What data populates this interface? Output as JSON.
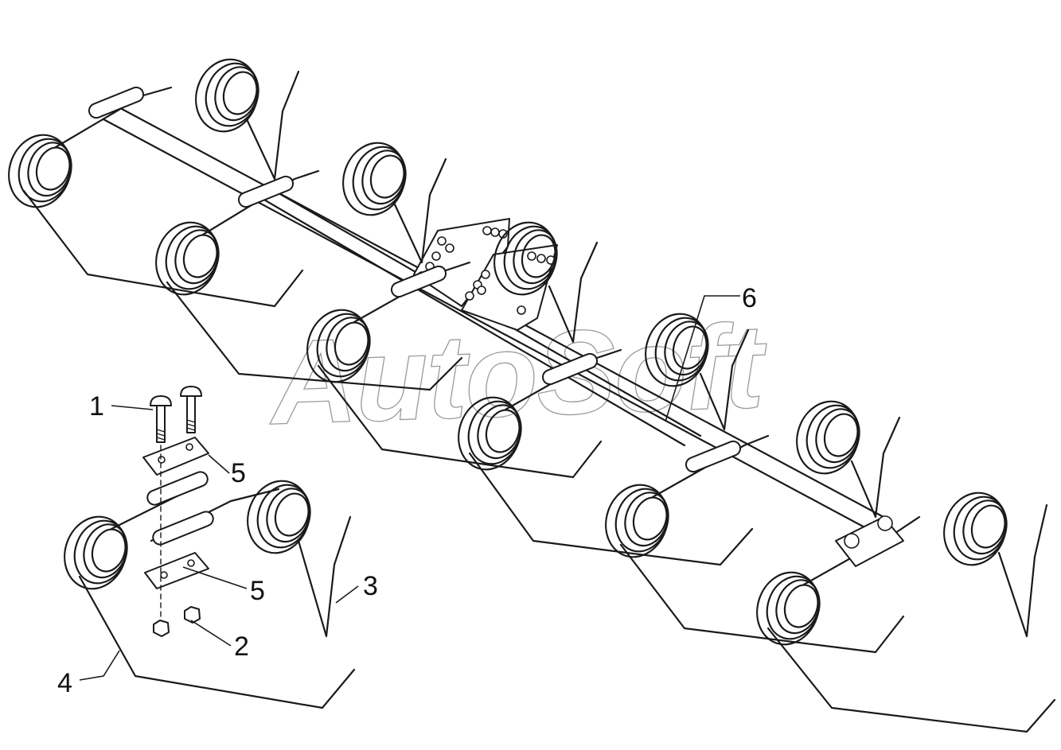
{
  "diagram": {
    "callouts": [
      {
        "id": "1",
        "label": "1"
      },
      {
        "id": "2",
        "label": "2"
      },
      {
        "id": "3",
        "label": "3"
      },
      {
        "id": "4",
        "label": "4"
      },
      {
        "id": "5a",
        "label": "5"
      },
      {
        "id": "5b",
        "label": "5"
      },
      {
        "id": "6",
        "label": "6"
      }
    ],
    "watermark": "AutoSoft"
  }
}
